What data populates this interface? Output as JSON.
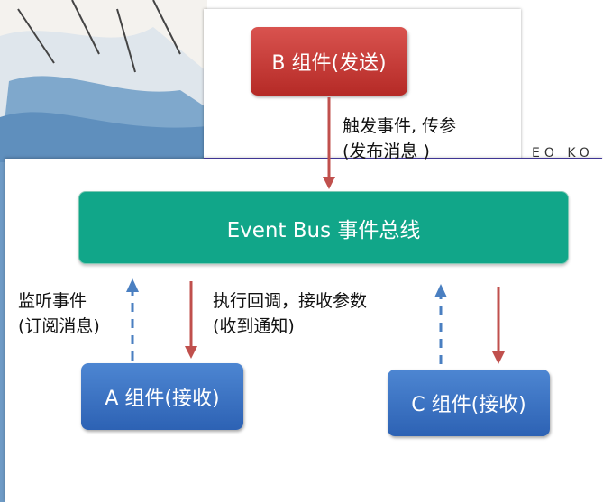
{
  "nodes": {
    "sender": "B 组件(发送)",
    "bus": "Event Bus  事件总线",
    "receiver_a": "A 组件(接收)",
    "receiver_c": "C 组件(接收)"
  },
  "labels": {
    "emit_line1": "触发事件, 传参",
    "emit_line2": "(发布消息 )",
    "subscribe_line1": "监听事件",
    "subscribe_line2": "(订阅消息)",
    "callback_line1": "执行回调，接收参数",
    "callback_line2": "(收到通知)"
  },
  "background_fragment": "EO KO",
  "colors": {
    "sender": "#c9302c",
    "bus": "#11a689",
    "receiver": "#3a72c4",
    "down_arrow": "#c0504d",
    "up_arrow": "#4a7fc1"
  }
}
